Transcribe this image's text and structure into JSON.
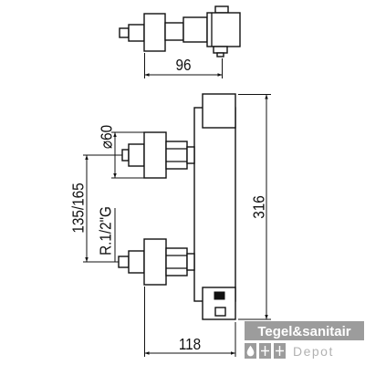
{
  "figure": {
    "top_view": {
      "width_dimension": "96"
    },
    "side_view": {
      "height_dimension": "316",
      "escutcheon_dimension": "⌀60",
      "inlet_spacing_dimension": "135/165",
      "thread_label": "R.1/2\"G",
      "depth_dimension": "118"
    }
  },
  "watermark": {
    "line1": "Tegel&sanitair",
    "line2": "Depot",
    "icons": [
      "drop-icon",
      "tile-icon",
      "tile-icon"
    ]
  },
  "colors": {
    "line": "#111111",
    "background": "#ffffff",
    "watermark_box": "#8f8f8f",
    "watermark_text": "#ffffff",
    "watermark_subtext": "#a8a8a8"
  }
}
